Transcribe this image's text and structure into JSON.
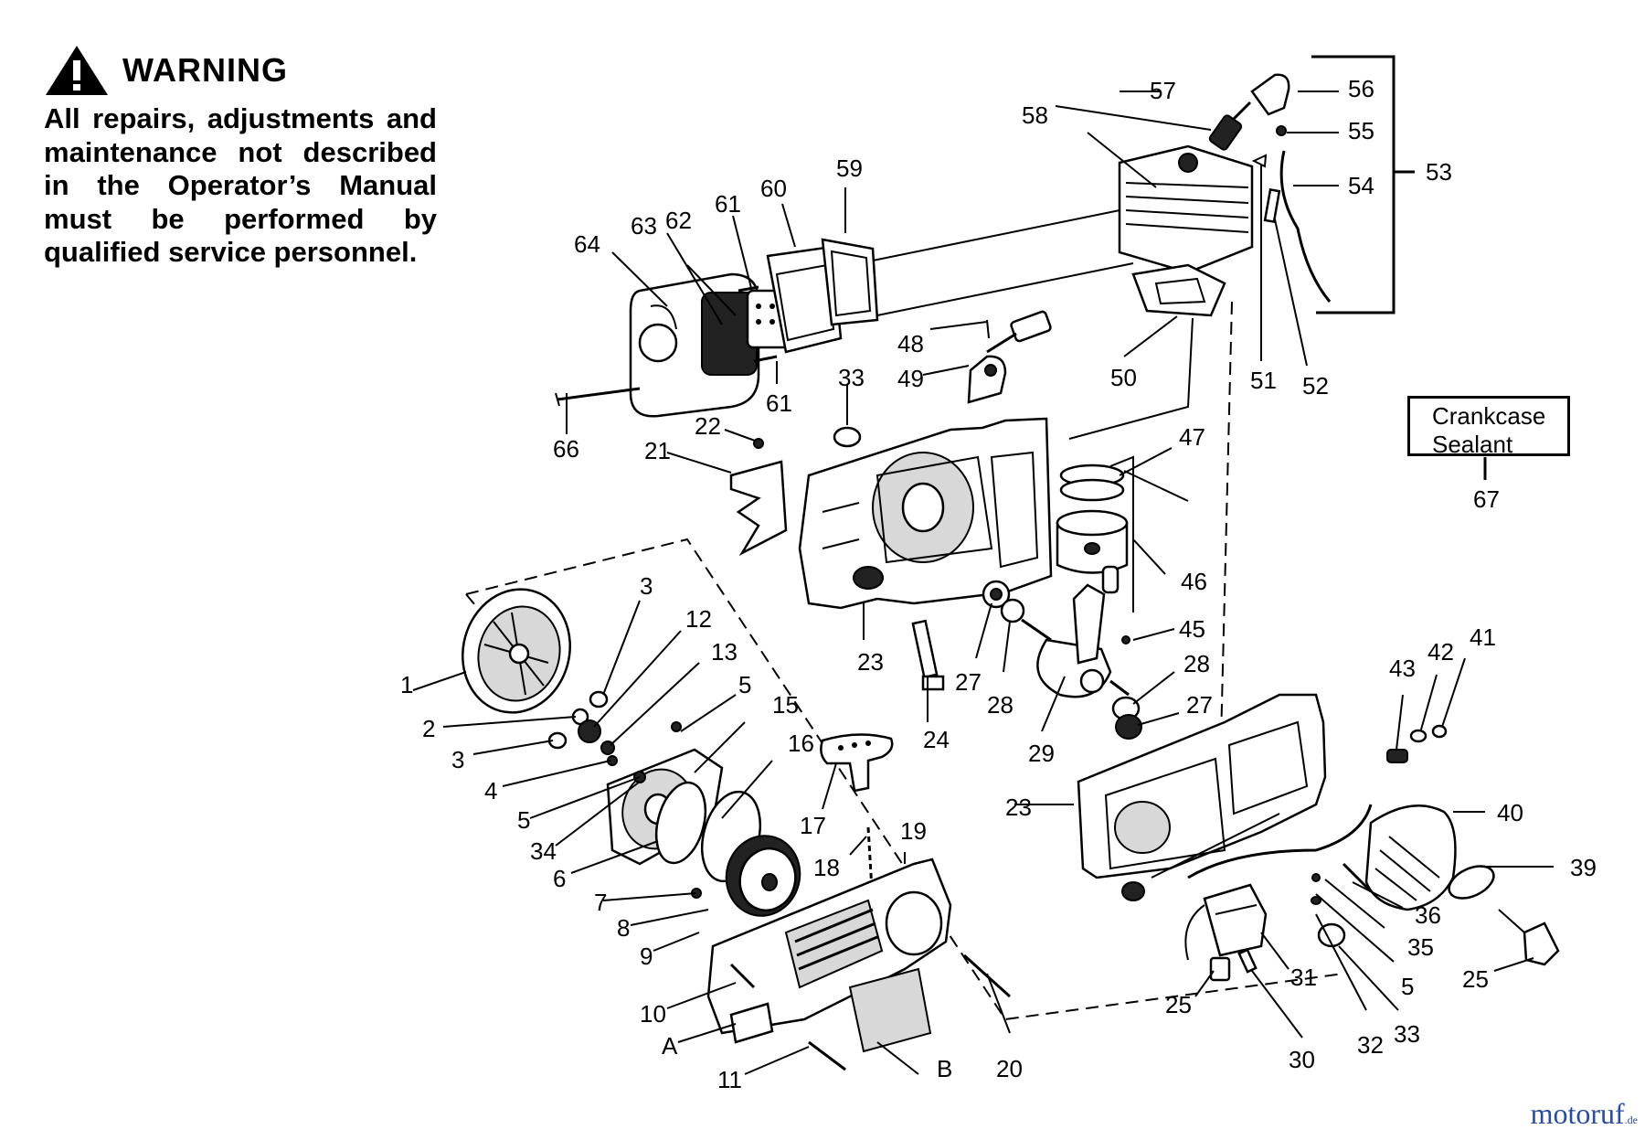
{
  "warning": {
    "title": "WARNING",
    "text": "All repairs, adjustments and maintenance not described in the Operator’s Manual must be performed by qualified service personnel.",
    "icon": "warning-triangle-icon"
  },
  "sealant_box": {
    "line1": "Crankcase",
    "line2": "Sealant",
    "ref": "67"
  },
  "watermark": {
    "main": "motoruf",
    "suffix": ".de"
  },
  "callouts": [
    "1",
    "2",
    "3",
    "3",
    "4",
    "5",
    "5",
    "5",
    "6",
    "7",
    "8",
    "9",
    "10",
    "11",
    "12",
    "13",
    "15",
    "16",
    "17",
    "18",
    "19",
    "20",
    "21",
    "22",
    "23",
    "23",
    "24",
    "25",
    "25",
    "27",
    "27",
    "28",
    "28",
    "29",
    "30",
    "31",
    "32",
    "33",
    "33",
    "34",
    "35",
    "36",
    "39",
    "40",
    "41",
    "42",
    "43",
    "45",
    "46",
    "47",
    "48",
    "49",
    "50",
    "51",
    "52",
    "53",
    "54",
    "55",
    "56",
    "57",
    "58",
    "59",
    "60",
    "61",
    "61",
    "62",
    "63",
    "64",
    "66",
    "A",
    "B"
  ]
}
